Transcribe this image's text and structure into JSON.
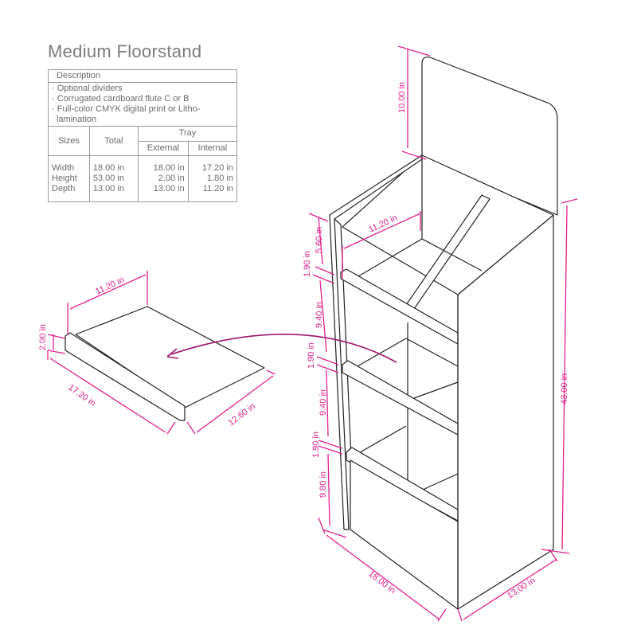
{
  "title": "Medium Floorstand",
  "spec_table": {
    "description_header": "Description",
    "description_items": [
      "· Optional dividers",
      "· Corrugated cardboard flute C or B",
      "· Full-color CMYK digital print or Litho-",
      "  lamination"
    ],
    "headers": {
      "sizes": "Sizes",
      "total": "Total",
      "tray": "Tray",
      "external": "External",
      "internal": "Internal"
    },
    "rows": [
      {
        "label": "Width",
        "total": "18.00 in",
        "external": "18.00 in",
        "internal": "17.20 in"
      },
      {
        "label": "Height",
        "total": "53.00 in",
        "external": "2.00 in",
        "internal": "1.80 in"
      },
      {
        "label": "Depth",
        "total": "13.00 in",
        "external": "13.00 in",
        "internal": "11.20 in"
      }
    ]
  },
  "dimensions": {
    "header_height": "10.00 in",
    "shelf_depth": "11.20 in",
    "top_gap": "5.60 in",
    "lip1": "1.90 in",
    "shelf1": "9.40 in",
    "lip2": "1.90 in",
    "shelf2": "9.40 in",
    "lip3": "1.90 in",
    "shelf3": "9.80 in",
    "total_height": "43.00 in",
    "width": "18.00 in",
    "depth": "13.00 in"
  },
  "tray_dimensions": {
    "depth": "11.20 in",
    "height": "2.00 in",
    "width": "17.20 in",
    "length": "12.60 in"
  },
  "colors": {
    "dimension": "#e0208f",
    "arrow": "#a0146e"
  }
}
